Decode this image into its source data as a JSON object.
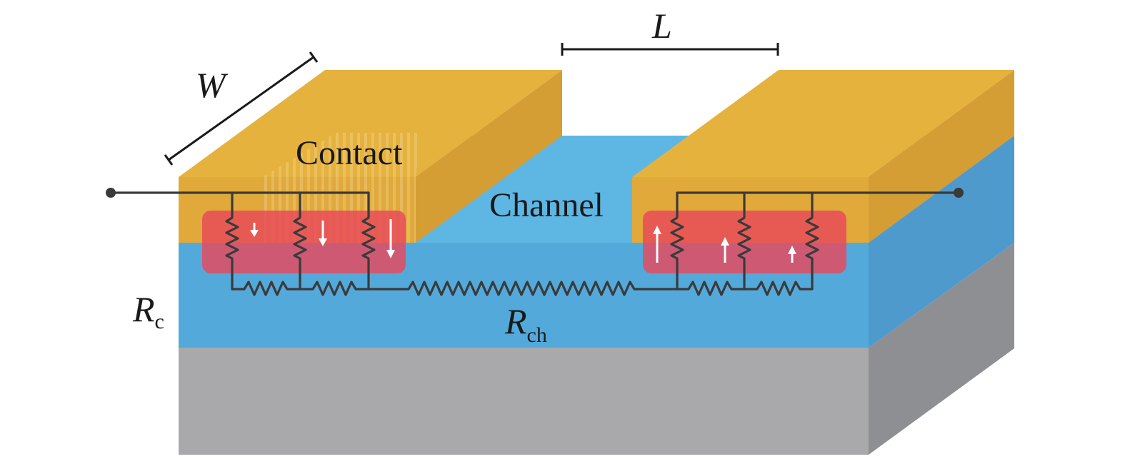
{
  "labels": {
    "contact": "Contact",
    "channel": "Channel",
    "width_symbol": "W",
    "length_symbol": "L",
    "rc_main": "R",
    "rc_sub": "c",
    "rch_main": "R",
    "rch_sub": "ch"
  },
  "colors": {
    "contact_top": "#E6B23E",
    "contact_front": "#E0A93A",
    "contact_side": "#D49E35",
    "channel_top": "#5EB7E3",
    "channel_front": "#54A9DB",
    "channel_side": "#4E9ACC",
    "substrate_front": "#A9A9AB",
    "substrate_side": "#8E8F93",
    "injection_region": "#E8485A",
    "wire": "#3A3A3A",
    "current_arrow": "#FFFFFF"
  },
  "current_arrows": {
    "left_contact": "down",
    "right_contact": "up"
  }
}
